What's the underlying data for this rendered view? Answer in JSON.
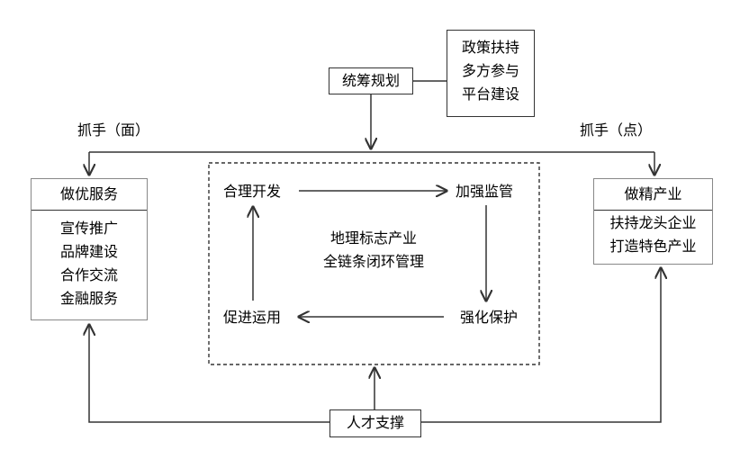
{
  "boxes": {
    "planning": "统筹规划",
    "policy": {
      "lines": [
        "政策扶持",
        "多方参与",
        "平台建设"
      ]
    },
    "talent": "人才支撑"
  },
  "labels": {
    "grip_surface": "抓手（面）",
    "grip_point": "抓手（点）"
  },
  "left_panel": {
    "title": "做优服务",
    "items": [
      "宣传推广",
      "品牌建设",
      "合作交流",
      "金融服务"
    ]
  },
  "right_panel": {
    "title": "做精产业",
    "items": [
      "扶持龙头企业",
      "打造特色产业"
    ]
  },
  "center_cycle": {
    "title_lines": [
      "地理标志产业",
      "全链条闭环管理"
    ],
    "steps": {
      "top_left": "合理开发",
      "top_right": "加强监管",
      "bottom_right": "强化保护",
      "bottom_left": "促进运用"
    }
  }
}
